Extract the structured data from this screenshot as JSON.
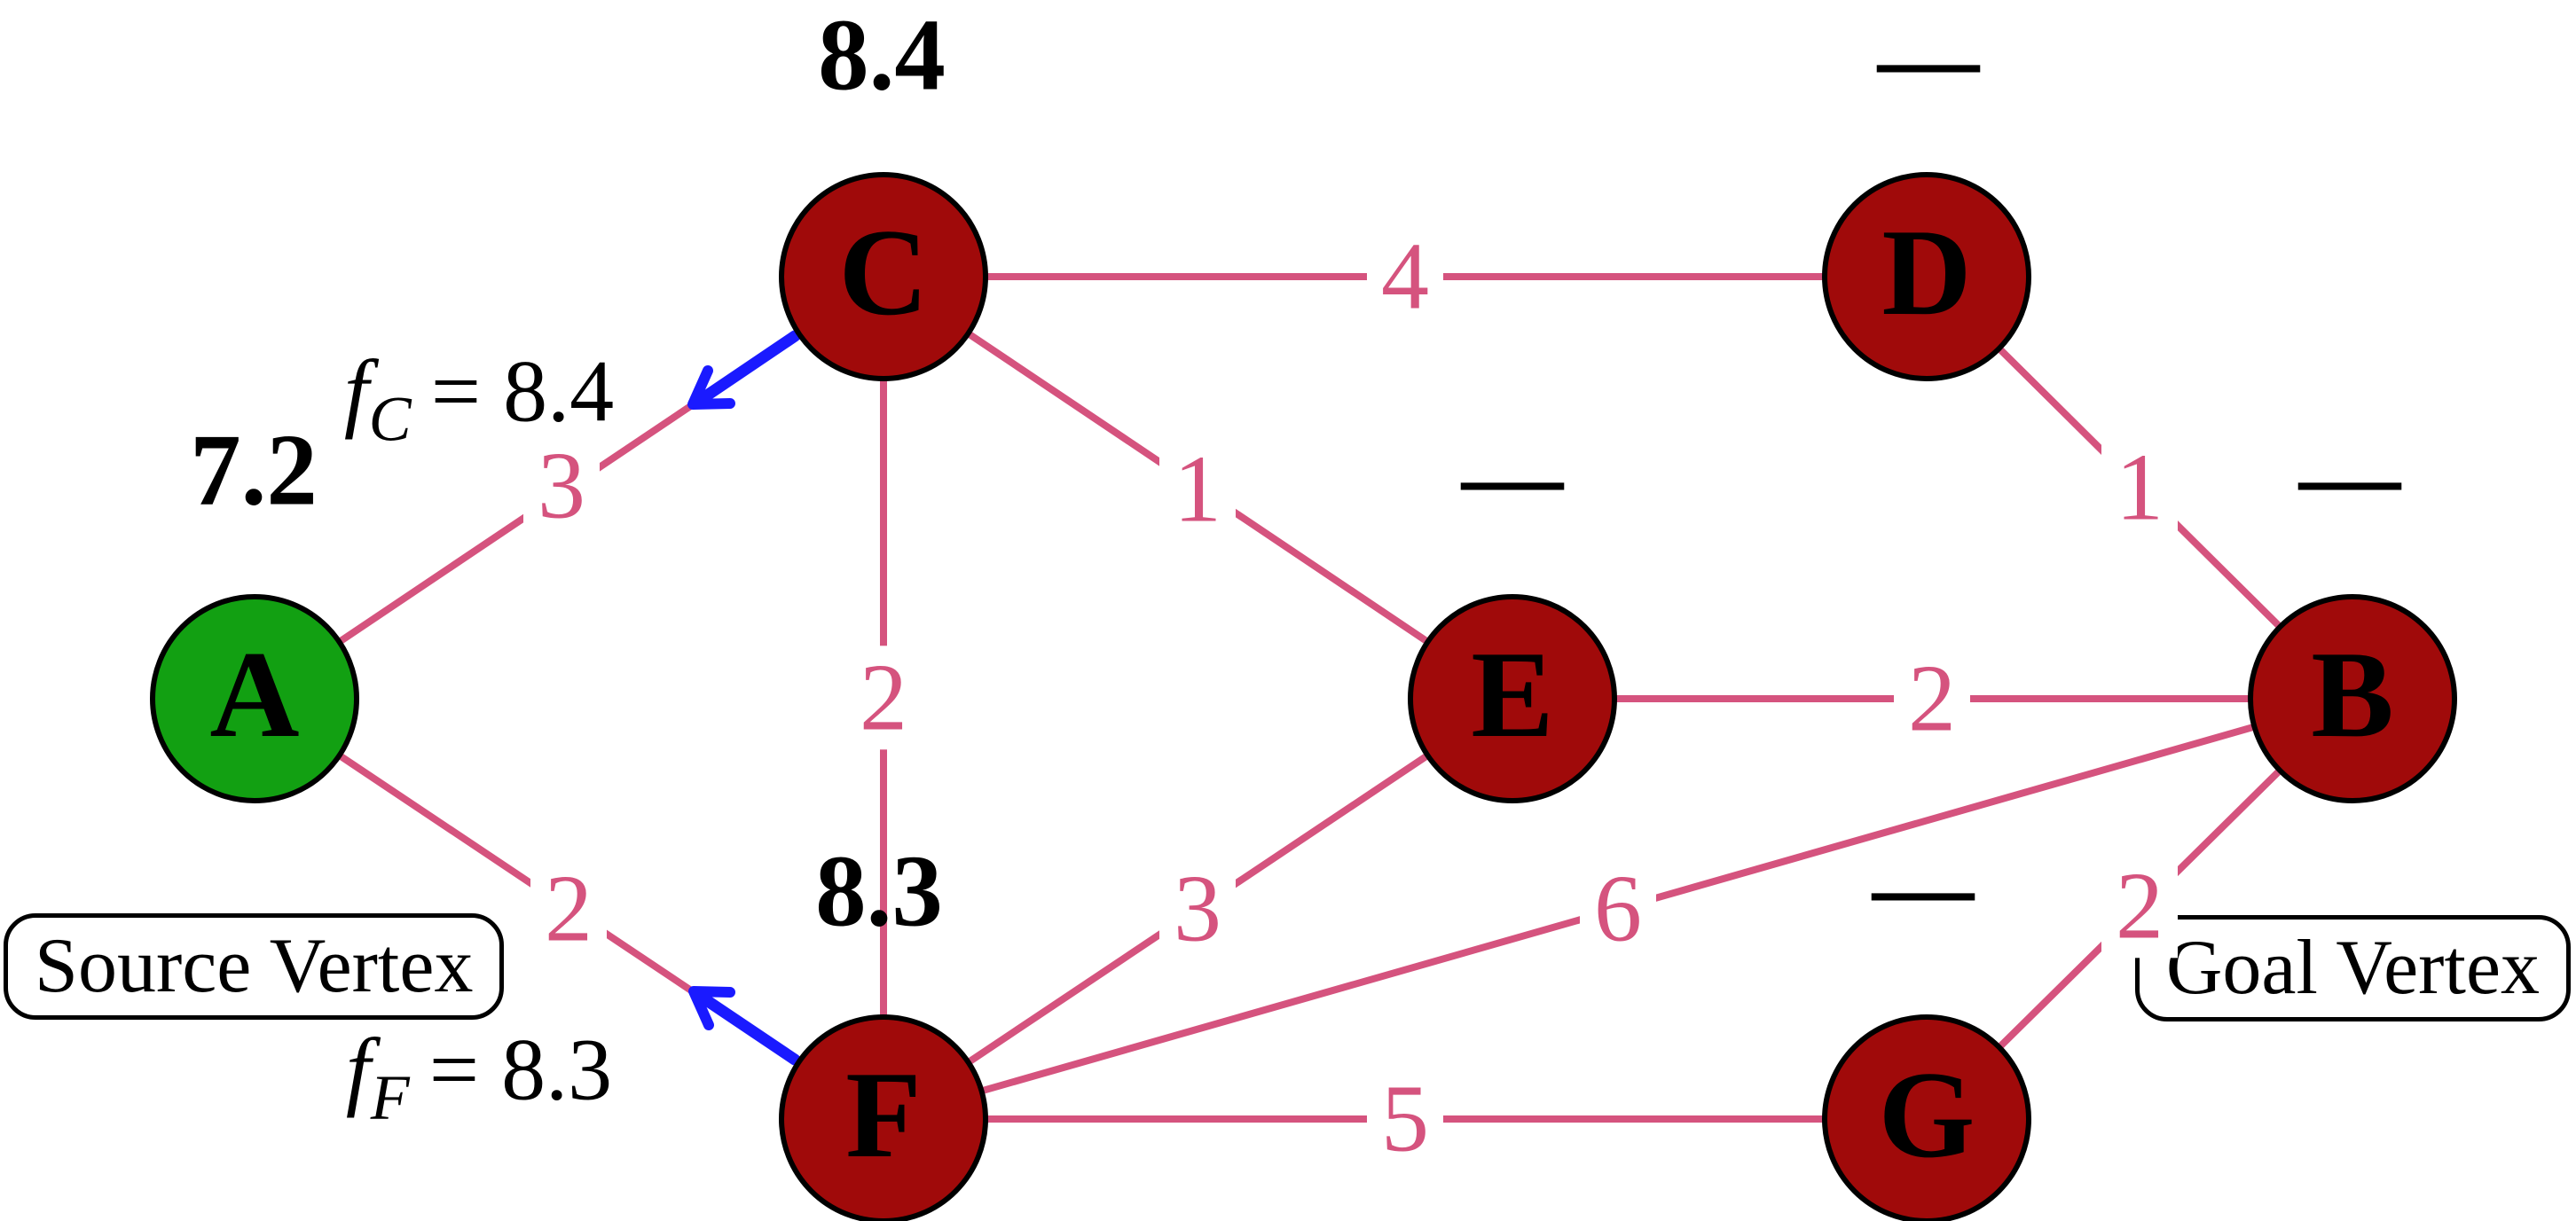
{
  "diagram": {
    "kind": "weighted graph search (A* style) with source and goal vertices",
    "colors": {
      "node_fill": "#a00a0a",
      "source_node_fill": "#12a012",
      "node_border": "#000000",
      "edge": "#d5537e",
      "edge_label": "#d5537e",
      "parent_arrow": "#1a1aff",
      "text": "#000000",
      "background": "#ffffff"
    }
  },
  "nodes": [
    {
      "id": "A",
      "label": "A",
      "annotation": "7.2",
      "role": "source"
    },
    {
      "id": "C",
      "label": "C",
      "annotation": "8.4",
      "role": "frontier"
    },
    {
      "id": "D",
      "label": "D",
      "annotation": "—",
      "role": "unvisited"
    },
    {
      "id": "E",
      "label": "E",
      "annotation": "—",
      "role": "unvisited"
    },
    {
      "id": "B",
      "label": "B",
      "annotation": "—",
      "role": "goal"
    },
    {
      "id": "F",
      "label": "F",
      "annotation": "8.3",
      "role": "frontier"
    },
    {
      "id": "G",
      "label": "G",
      "annotation": "—",
      "role": "unvisited"
    }
  ],
  "edges": [
    {
      "from": "A",
      "to": "C",
      "weight": "3"
    },
    {
      "from": "A",
      "to": "F",
      "weight": "2"
    },
    {
      "from": "C",
      "to": "D",
      "weight": "4"
    },
    {
      "from": "C",
      "to": "E",
      "weight": "1"
    },
    {
      "from": "C",
      "to": "F",
      "weight": "2"
    },
    {
      "from": "D",
      "to": "B",
      "weight": "1"
    },
    {
      "from": "E",
      "to": "B",
      "weight": "2"
    },
    {
      "from": "F",
      "to": "E",
      "weight": "3"
    },
    {
      "from": "F",
      "to": "B",
      "weight": "6"
    },
    {
      "from": "F",
      "to": "G",
      "weight": "5"
    },
    {
      "from": "G",
      "to": "B",
      "weight": "2"
    }
  ],
  "f_annotations": [
    {
      "variable": "f",
      "subscript": "C",
      "value": "= 8.4"
    },
    {
      "variable": "f",
      "subscript": "F",
      "value": "= 8.3"
    }
  ],
  "callouts": {
    "source": "Source Vertex",
    "goal": "Goal Vertex"
  }
}
